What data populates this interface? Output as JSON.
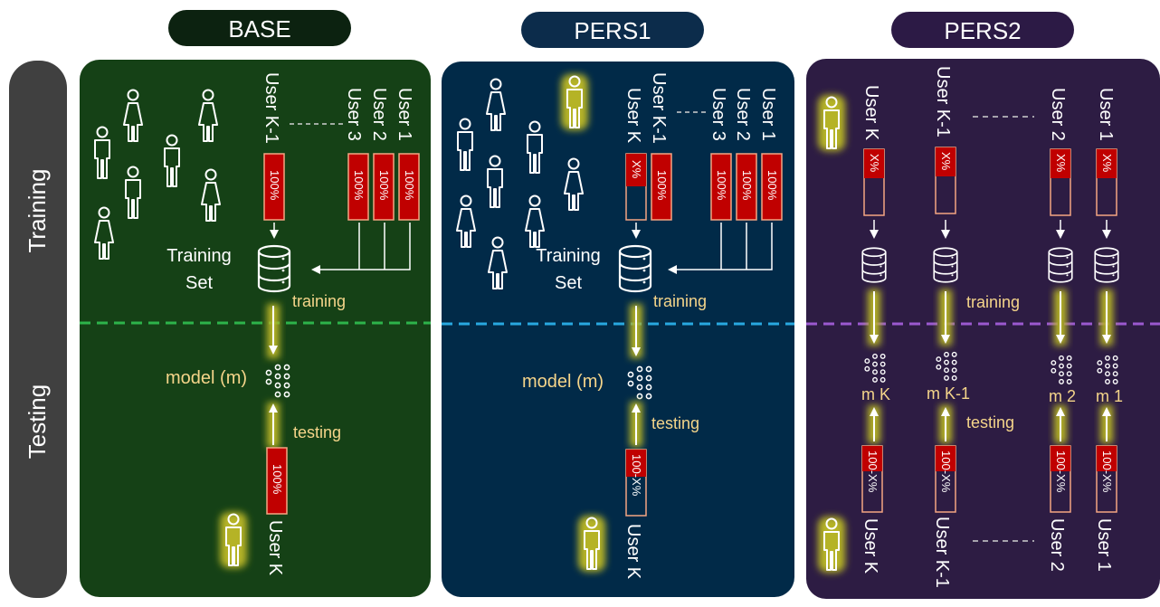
{
  "sections": {
    "base": "BASE",
    "pers1": "PERS1",
    "pers2": "PERS2"
  },
  "side": {
    "training": "Training",
    "testing": "Testing"
  },
  "base": {
    "users_top": [
      "User K-1",
      "User 3",
      "User 2",
      "User 1"
    ],
    "bar_full": "100%",
    "training_set": [
      "Training",
      "Set"
    ],
    "training": "training",
    "model": "model (m)",
    "testing": "testing",
    "test_user": "User K"
  },
  "pers1": {
    "users_top": [
      "User K",
      "User K-1",
      "User 3",
      "User 2",
      "User 1"
    ],
    "bar_x": "X%",
    "bar_full": "100%",
    "bar_rest": "100-X%",
    "training_set": [
      "Training",
      "Set"
    ],
    "training": "training",
    "model": "model (m)",
    "testing": "testing",
    "test_user": "User K"
  },
  "pers2": {
    "users_top": [
      "User K",
      "User K-1",
      "User 2",
      "User 1"
    ],
    "bar_x": "X%",
    "bar_rest": "100-X%",
    "training": "training",
    "testing": "testing",
    "models": [
      "m K",
      "m K-1",
      "m 2",
      "m 1"
    ],
    "users_bottom": [
      "User K",
      "User K-1",
      "User 2",
      "User 1"
    ]
  },
  "colors": {
    "base_bg": "#154116",
    "pers1_bg": "#012a48",
    "pers2_bg": "#2d1c43",
    "side_bg": "#404040",
    "bar_red": "#c00000",
    "bar_outline": "#f4a582",
    "glow": "#b5b327",
    "dash_green": "#2db34a",
    "dash_blue": "#28a8e0",
    "dash_purple": "#9b59d0",
    "gold_text": "#f5d58a"
  },
  "icons": [
    "person-icon",
    "person-female-icon",
    "database-icon",
    "neural-net-icon",
    "arrow-icon"
  ]
}
